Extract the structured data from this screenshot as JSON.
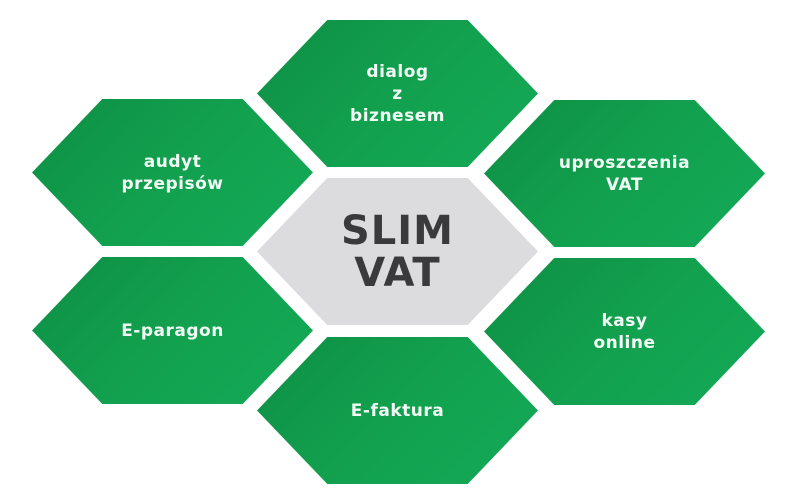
{
  "center": {
    "label": "SLIM\nVAT"
  },
  "items": [
    {
      "label": "dialog\nz\nbiznesem"
    },
    {
      "label": "uproszczenia\nVAT"
    },
    {
      "label": "kasy\nonline"
    },
    {
      "label": "E-faktura"
    },
    {
      "label": "E-paragon"
    },
    {
      "label": "audyt\nprzepisów"
    }
  ],
  "colors": {
    "green": "#12a24f",
    "center": "#dcdcdf",
    "center_text": "#3a3a3c"
  }
}
